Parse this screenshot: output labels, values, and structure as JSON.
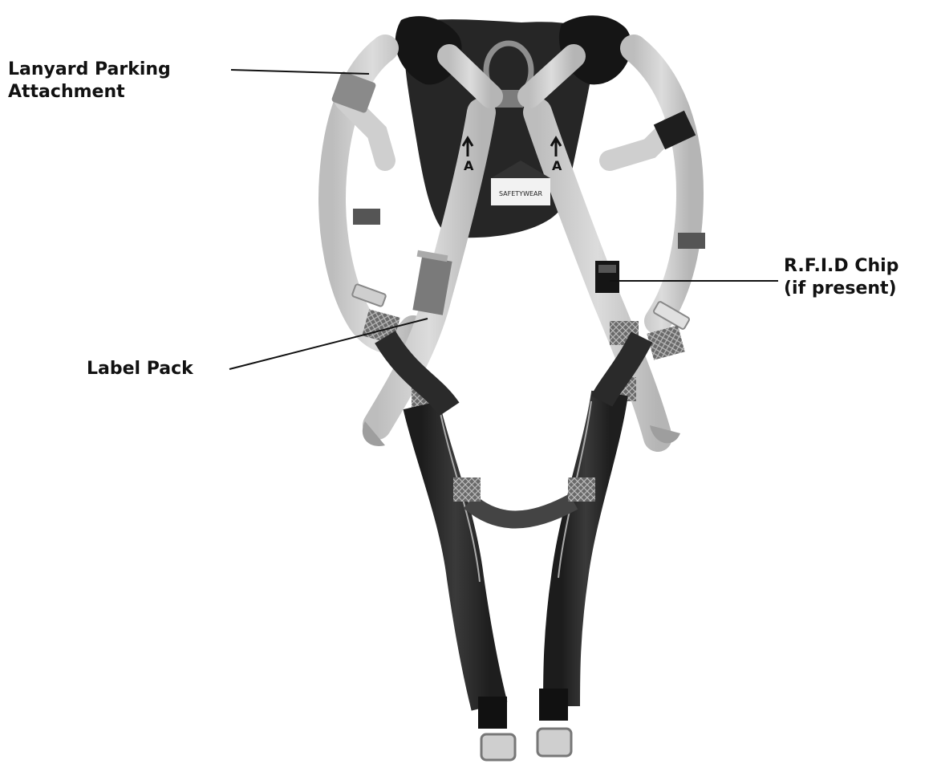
{
  "callouts": {
    "lanyard": {
      "line1": "Lanyard Parking",
      "line2": "Attachment"
    },
    "label_pack": {
      "text": "Label Pack"
    },
    "rfid": {
      "line1": "R.F.I.D Chip",
      "line2": "(if present)"
    }
  },
  "product": {
    "backplate_print": "SAFETYWEAR",
    "arrow_letter_left": "A",
    "arrow_letter_right": "A"
  },
  "colors": {
    "webbing_light": "#c9c9c9",
    "webbing_dark": "#2b2b2b",
    "padding_black": "#1a1a1a",
    "metal": "#9a9a9a"
  }
}
